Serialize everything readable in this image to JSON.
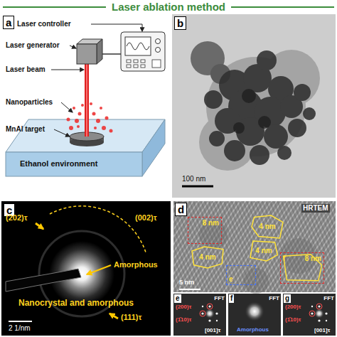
{
  "diagram": {
    "title": "Laser ablation method",
    "nodes": [
      {
        "text": [
          "a"
        ]
      },
      {
        "text": [
          "b"
        ]
      },
      {
        "text": [
          "c"
        ]
      },
      {
        "text": [
          "d"
        ]
      },
      {
        "text": [
          "8 nm"
        ],
        "in": 3
      },
      {
        "text": [
          "4 nm"
        ],
        "in": 3
      },
      {
        "text": [
          "4 nm"
        ],
        "in": 3
      },
      {
        "text": [
          "4 nm"
        ],
        "in": 3
      },
      {
        "text": [
          "e"
        ],
        "in": 3
      },
      {
        "text": [
          "f",
          "8 nm"
        ],
        "in": 3
      },
      {
        "text": [
          "e",
          "FFT"
        ]
      },
      {
        "text": [
          "f",
          "FFT"
        ]
      },
      {
        "text": [
          "g",
          "FFT"
        ]
      }
    ],
    "labels": [
      "Laser controller",
      "Laser generator",
      "Laser beam",
      "Nanoparticles",
      "MnAl target",
      "Ethanol environment",
      "100 nm",
      "(202)τ",
      "(002)τ",
      "Amorphous",
      "(111)τ",
      "Nanocrystal and amorphous",
      "2 1/nm",
      "HRTEM",
      "5 nm",
      "(200)τ",
      "(1̄10)τ",
      "[001]τ",
      "Amorphous",
      "(200)τ",
      "(1̄10)τ",
      "[001]τ"
    ]
  }
}
